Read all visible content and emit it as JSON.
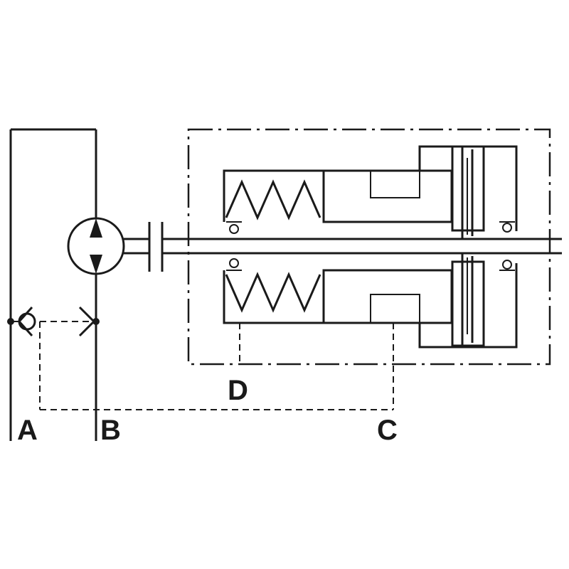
{
  "diagram": {
    "ports": {
      "a": "A",
      "b": "B",
      "c": "C",
      "d": "D"
    },
    "colors": {
      "line": "#1a1a1a",
      "background": "#ffffff"
    }
  }
}
